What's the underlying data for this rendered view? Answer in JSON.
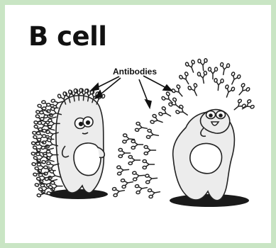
{
  "title": "B cell",
  "label": "Antibodies",
  "colors": {
    "frame": "#c9e5c4",
    "card": "#ffffff",
    "cell_fill": "#ececec",
    "belly": "#ffffff",
    "shadow": "#1a1a1a",
    "ink": "#222222"
  },
  "cells": [
    {
      "name": "resting-b-cell",
      "state": "antibodies on surface"
    },
    {
      "name": "active-b-cell",
      "state": "secreting antibodies"
    }
  ]
}
